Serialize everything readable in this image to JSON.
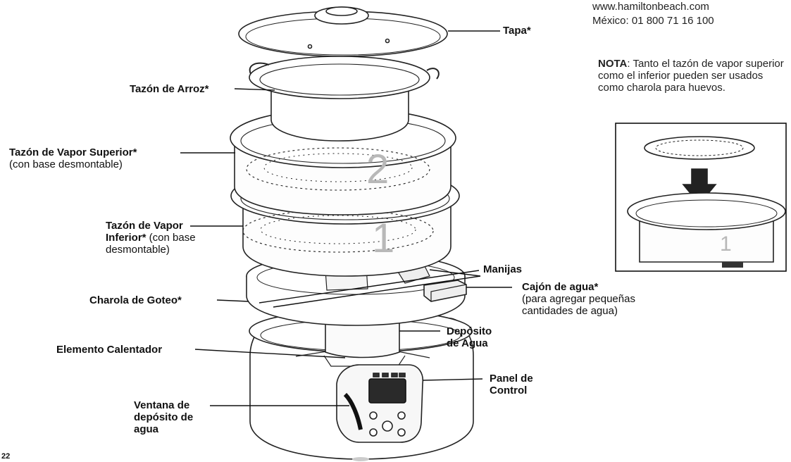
{
  "contact": {
    "website": "www.hamiltonbeach.com",
    "phone": "México: 01 800 71 16 100"
  },
  "note": {
    "label": "NOTA",
    "text": ": Tanto el tazón de vapor superior como el inferior pueden ser usados como charola para huevos."
  },
  "labels": {
    "tapa": "Tapa*",
    "tazon_arroz": "Tazón de Arroz*",
    "vapor_superior_bold": "Tazón de Vapor Superior*",
    "vapor_superior_sub": "(con base desmontable)",
    "vapor_inferior_bold_1": "Tazón de Vapor",
    "vapor_inferior_bold_2": "Inferior*",
    "vapor_inferior_sub_1": " (con base",
    "vapor_inferior_sub_2": "desmontable)",
    "manijas": "Manijas",
    "cajon_bold": "Cajón de agua*",
    "cajon_sub_1": "(para agregar pequeñas",
    "cajon_sub_2": "cantidades de agua)",
    "charola": "Charola de Goteo*",
    "deposito_1": "Depósito",
    "deposito_2": "de Agua",
    "elemento": "Elemento Calentador",
    "panel_1": "Panel de",
    "panel_2": "Control",
    "ventana_1": "Ventana de",
    "ventana_2": "depósito de",
    "ventana_3": "agua"
  },
  "tier_numbers": {
    "upper": "2",
    "lower": "1",
    "inset": "1"
  },
  "page_number": "22"
}
